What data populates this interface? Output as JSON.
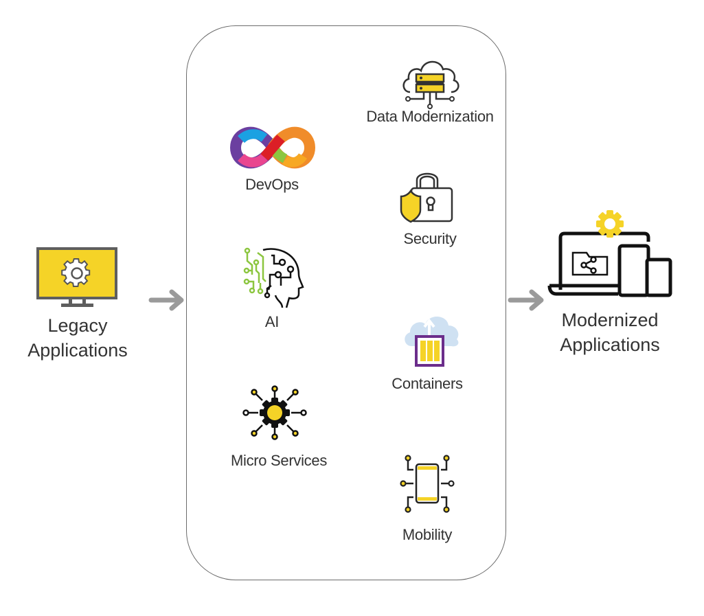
{
  "diagram": {
    "source": {
      "label_line1": "Legacy",
      "label_line2": "Applications",
      "icon": "monitor-gear-icon"
    },
    "target": {
      "label_line1": "Modernized",
      "label_line2": "Applications",
      "icon": "devices-gear-icon"
    },
    "capabilities": [
      {
        "label": "Data Modernization",
        "icon": "cloud-server-icon"
      },
      {
        "label": "DevOps",
        "icon": "infinity-loop-icon"
      },
      {
        "label": "Security",
        "icon": "padlock-shield-icon"
      },
      {
        "label": "AI",
        "icon": "circuit-head-icon"
      },
      {
        "label": "Containers",
        "icon": "cloud-container-icon"
      },
      {
        "label": "Micro Services",
        "icon": "gear-network-icon"
      },
      {
        "label": "Mobility",
        "icon": "mobile-circuit-icon"
      }
    ],
    "colors": {
      "yellow": "#f5d327",
      "arrow": "#9a9a9a",
      "outline": "#333333",
      "purple": "#6b2d8b",
      "cloud": "#cfe1f2",
      "green": "#8cc63f"
    }
  }
}
